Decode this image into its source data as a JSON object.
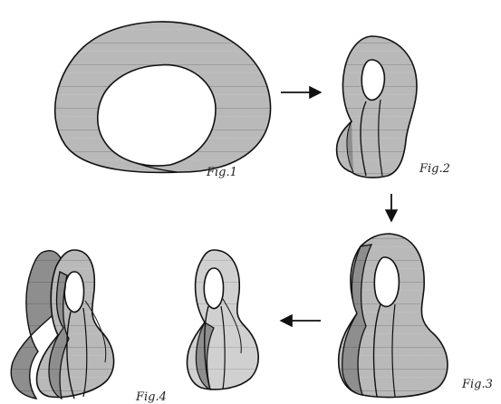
{
  "figures": [
    {
      "caption": "Fig.1"
    },
    {
      "caption": "Fig.2"
    },
    {
      "caption": "Fig.3"
    },
    {
      "caption": "Fig.4"
    }
  ],
  "colors": {
    "surface": "#b9b9b9",
    "surface_dark": "#8e8e8e",
    "surface_light": "#d3d3d3",
    "outline": "#111111",
    "arrow": "#111111"
  },
  "arrows": [
    "right",
    "down",
    "left"
  ]
}
